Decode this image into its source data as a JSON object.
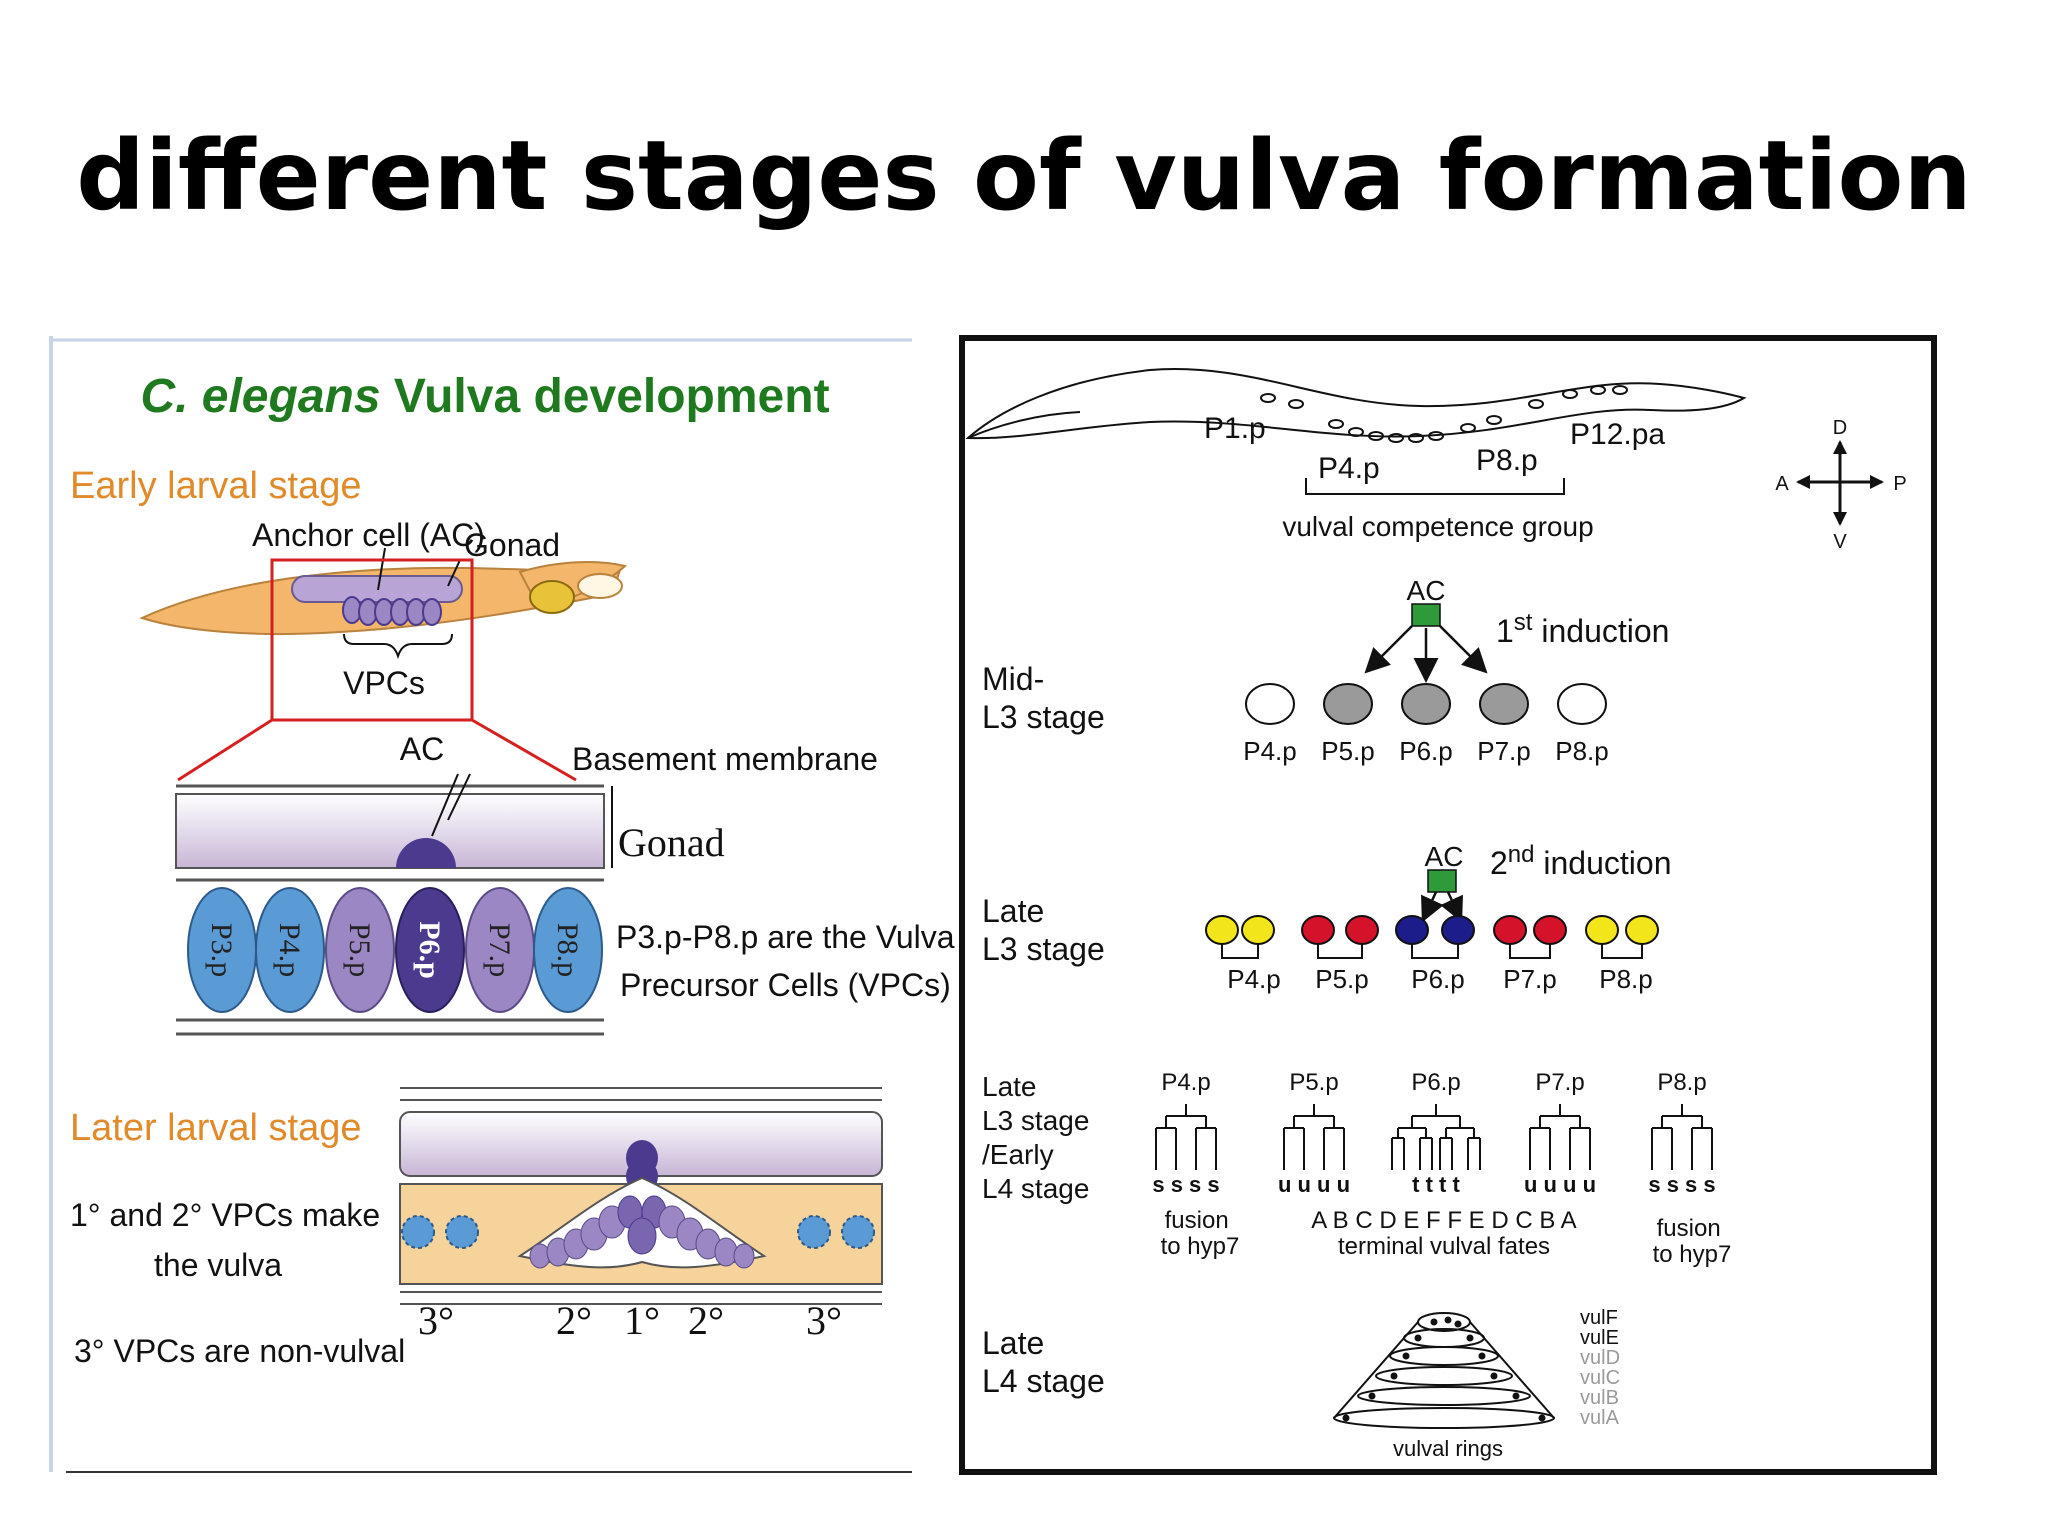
{
  "slide": {
    "title": "different stages of  vulva formation"
  },
  "left_panel": {
    "title_italic": "C. elegans",
    "title_rest": " Vulva development",
    "early_stage": "Early larval stage",
    "anchor_cell": "Anchor cell (AC)",
    "gonad": "Gonad",
    "vpcs": "VPCs",
    "ac": "AC",
    "basement_membrane": "Basement membrane",
    "gonad_serif": "Gonad",
    "cells": [
      "P3.p",
      "P4.p",
      "P5.p",
      "P6.p",
      "P7.p",
      "P8.p"
    ],
    "vpc_note_line1": "P3.p-P8.p are the Vulva",
    "vpc_note_line2": "Precursor Cells (VPCs)",
    "later_stage": "Later larval stage",
    "make_line1": "1°  and 2°  VPCs make",
    "make_line2": "the vulva",
    "nonvulval": "3°  VPCs are non-vulval",
    "fates": [
      "3°",
      "2°",
      "1°",
      "2°",
      "3°"
    ],
    "colors": {
      "title_green": "#1f7a1f",
      "stage_orange": "#e08a2a",
      "red": "#d62020",
      "cell_blue": "#5b9bd5",
      "cell_lilac": "#9b87c4",
      "cell_p6": "#4b3a8e",
      "worm": "#f3b66a"
    }
  },
  "right_panel": {
    "worm_labels": {
      "p1": "P1.p",
      "p4": "P4.p",
      "p8": "P8.p",
      "p12": "P12.pa"
    },
    "competence": "vulval competence group",
    "compass": {
      "d": "D",
      "v": "V",
      "a": "A",
      "p": "P"
    },
    "mid_label": [
      "Mid-",
      "L3 stage"
    ],
    "ac1": "AC",
    "induction1_base": "1",
    "induction1_sup": "st",
    "induction1_rest": " induction",
    "row1_cells": [
      "P4.p",
      "P5.p",
      "P6.p",
      "P7.p",
      "P8.p"
    ],
    "late_label": [
      "Late",
      "L3 stage"
    ],
    "ac2": "AC",
    "induction2_base": "2",
    "induction2_sup": "nd",
    "induction2_rest": " induction",
    "row2_cells": [
      "P4.p",
      "P5.p",
      "P6.p",
      "P7.p",
      "P8.p"
    ],
    "late_early_label": [
      "Late",
      "L3 stage",
      "/Early",
      "L4 stage"
    ],
    "lineage_heads": [
      "P4.p",
      "P5.p",
      "P6.p",
      "P7.p",
      "P8.p"
    ],
    "lineage_fates": [
      "s s s s",
      "u u  u u",
      "t t    t t",
      "u u u u",
      "s s s s"
    ],
    "fusion_left": [
      "fusion",
      "to hyp7"
    ],
    "terminal_letters": "A B C D    E F F E    D C B A",
    "terminal_caption": "terminal vulval fates",
    "fusion_right": [
      "fusion",
      "to hyp7"
    ],
    "l4_label": [
      "Late",
      "L4 stage"
    ],
    "rings": [
      "vulF",
      "vulE",
      "vulD",
      "vulC",
      "vulB",
      "vulA"
    ],
    "rings_caption": "vulval rings",
    "colors": {
      "yellow": "#f2e61a",
      "red": "#d4122a",
      "navy": "#1c1c8a",
      "green": "#2e9a3a",
      "grey": "#9a9a9a"
    }
  }
}
